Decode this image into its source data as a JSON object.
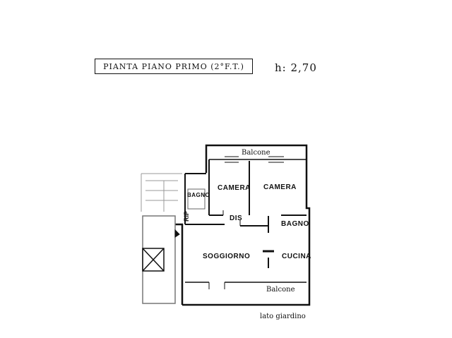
{
  "header": {
    "title": "PIANTA PIANO PRIMO (2°F.T.)",
    "height": "h: 2,70"
  },
  "rooms": {
    "camera_1": "CAMERA",
    "camera_2": "CAMERA",
    "bagno_1": "BAGNO",
    "bagno_2": "BAGNO",
    "dis": "DIS",
    "soggiorno": "SOGGIORNO",
    "cucina": "CUCINA",
    "rip": "RIP"
  },
  "balconies": {
    "top": "Balcone",
    "bottom": "Balcone"
  },
  "caption": "lato giardino"
}
